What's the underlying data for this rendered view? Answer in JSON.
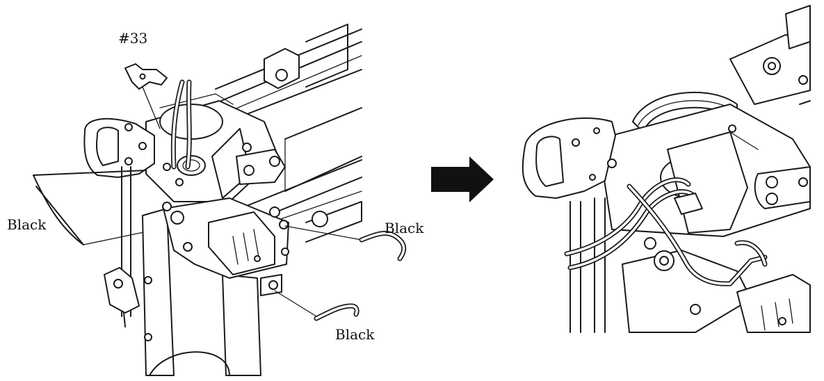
{
  "labels": {
    "part_number": "#33",
    "wire_left": "Black",
    "wire_right_top": "Black",
    "wire_right_bottom": "Black"
  },
  "icons": {
    "arrow": "right-arrow-icon"
  },
  "colors": {
    "line": "#1a1a1a",
    "background": "#ffffff"
  }
}
